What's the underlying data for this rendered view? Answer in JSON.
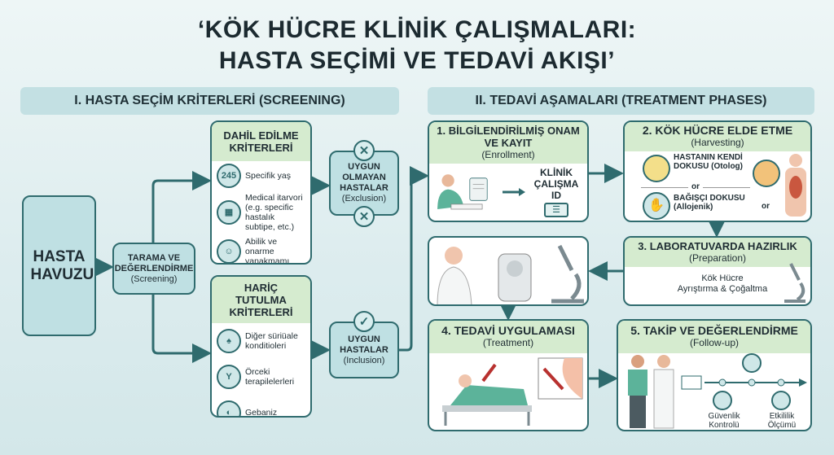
{
  "title": {
    "line1": "‘KÖK HÜCRE KLİNİK ÇALIŞMALARI:",
    "line2": "HASTA SEÇİMİ VE TEDAVİ AKIŞI’"
  },
  "left_section": {
    "header": "I. HASTA SEÇİM KRİTERLERİ (SCREENING)",
    "pool": "HASTA HAVUZU",
    "screening": {
      "l1": "TARAMA VE",
      "l2": "DEĞERLENDİRME",
      "sub": "(Screening)"
    },
    "inclusion_criteria": {
      "title": "DAHİL EDİLME KRİTERLERİ",
      "items": [
        {
          "icon": "calendar-icon",
          "icon_text": "245",
          "label": "Specifik yaş"
        },
        {
          "icon": "calendar-clock-icon",
          "label": "Medical itarvori (e.g. specific hastalık subtipe, etc.)"
        },
        {
          "icon": "person-check-icon",
          "label": "Abilik ve onarme yanakmamı"
        }
      ]
    },
    "exclusion_criteria": {
      "title": "HARİÇ TUTULMA KRİTERLERİ",
      "items": [
        {
          "icon": "lungs-icon",
          "label": "Diğer süriüale konditioleri"
        },
        {
          "icon": "antibody-icon",
          "label": "Örceki terapilelerleri"
        },
        {
          "icon": "pregnant-icon",
          "label": "Gebaniz"
        }
      ]
    },
    "ineligible": {
      "l1": "UYGUN",
      "l2": "OLMAYAN",
      "l3": "HASTALAR",
      "sub": "(Exclusion)"
    },
    "eligible": {
      "l1": "UYGUN",
      "l2": "HASTALAR",
      "sub": "(Inclusion)"
    }
  },
  "right_section": {
    "header": "II. TEDAVİ AŞAMALARI (TREATMENT PHASES)",
    "step1": {
      "title": "1. BİLGİLENDİRİLMİŞ ONAM VE KAYIT",
      "sub": "(Enrollment)",
      "id_label": "KLİNİK ÇALIŞMA ID"
    },
    "step2": {
      "title": "2. KÖK HÜCRE ELDE ETME",
      "sub": "(Harvesting)",
      "opt1": "HASTANIN KENDİ DOKUSU (Otolog)",
      "or": "or",
      "opt2": "BAĞIŞÇI DOKUSU (Allojenik)",
      "or2": "or"
    },
    "step3": {
      "title": "3. LABORATUVARDA HAZIRLIK",
      "sub": "(Preparation)",
      "l1": "Kök Hücre",
      "l2": "Ayrıştırma & Çoğaltma"
    },
    "step4": {
      "title": "4. TEDAVİ UYGULAMASI",
      "sub": "(Treatment)"
    },
    "step5": {
      "title": "5. TAKİP VE DEĞERLENDİRME",
      "sub": "(Follow-up)",
      "m1": "Güvenlik Kontrolü",
      "m2": "Etkililik Ölçümü"
    }
  },
  "colors": {
    "accent": "#2f6b6e",
    "header_green": "#d5ebcf",
    "section_bg": "#c3e0e3",
    "box_teal": "#bfe0e3"
  }
}
